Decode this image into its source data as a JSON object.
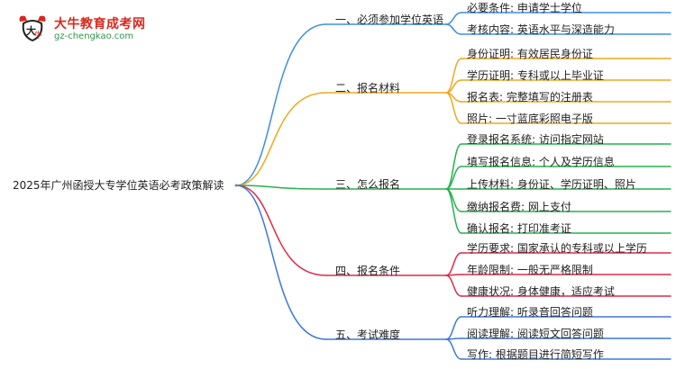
{
  "logo": {
    "title": "大牛教育成考网",
    "url": "gz-chengkao.com"
  },
  "root": "2025年广州函授大专学位英语必考政策解读",
  "branches": [
    {
      "label": "一、必须参加学位英语",
      "color": "#3d8fe0",
      "children": [
        "必要条件: 申请学士学位",
        "考核内容: 英语水平与深造能力"
      ]
    },
    {
      "label": "二、报名材料",
      "color": "#f0a81c",
      "children": [
        "身份证明: 有效居民身份证",
        "学历证明: 专科或以上毕业证",
        "报名表: 完整填写的注册表",
        "照片: 一寸蓝底彩照电子版"
      ]
    },
    {
      "label": "三、怎么报名",
      "color": "#25b34e",
      "children": [
        "登录报名系统: 访问指定网站",
        "填写报名信息: 个人及学历信息",
        "上传材料: 身份证、学历证明、照片",
        "缴纳报名费: 网上支付",
        "确认报名: 打印准考证"
      ]
    },
    {
      "label": "四、报名条件",
      "color": "#e0294a",
      "children": [
        "学历要求: 国家承认的专科或以上学历",
        "年龄限制: 一般无严格限制",
        "健康状况: 身体健康，适应考试"
      ]
    },
    {
      "label": "五、考试难度",
      "color": "#3d78d8",
      "children": [
        "听力理解: 听录音回答问题",
        "阅读理解: 阅读短文回答问题",
        "写作: 根据题目进行简短写作"
      ]
    }
  ]
}
